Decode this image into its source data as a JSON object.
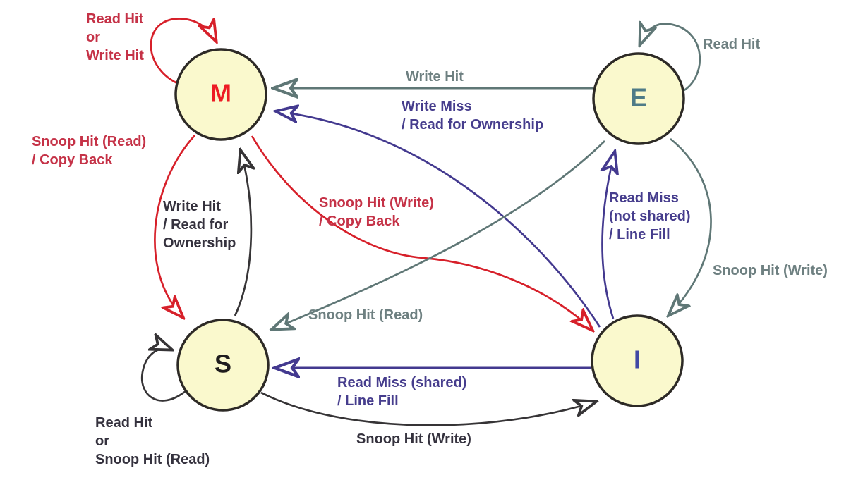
{
  "diagram_type": "state-transition-diagram",
  "states": [
    {
      "id": "M",
      "label": "M"
    },
    {
      "id": "E",
      "label": "E"
    },
    {
      "id": "S",
      "label": "S"
    },
    {
      "id": "I",
      "label": "I"
    }
  ],
  "transitions": [
    {
      "from": "M",
      "to": "M",
      "label": "Read Hit\nor\nWrite Hit",
      "color": "red"
    },
    {
      "from": "E",
      "to": "E",
      "label": "Read Hit",
      "color": "gray"
    },
    {
      "from": "E",
      "to": "M",
      "label": "Write Hit",
      "color": "gray"
    },
    {
      "from": "I",
      "to": "M",
      "label": "Write Miss\n/ Read for Ownership",
      "color": "purple"
    },
    {
      "from": "M",
      "to": "S",
      "label": "Snoop Hit (Read)\n/ Copy Back",
      "color": "red"
    },
    {
      "from": "S",
      "to": "M",
      "label": "Write Hit\n/ Read for\nOwnership",
      "color": "black"
    },
    {
      "from": "M",
      "to": "I",
      "label": "Snoop Hit (Write)\n/ Copy Back",
      "color": "red"
    },
    {
      "from": "I",
      "to": "E",
      "label": "Read Miss\n(not shared)\n/ Line Fill",
      "color": "purple"
    },
    {
      "from": "E",
      "to": "I",
      "label": "Snoop Hit (Write)",
      "color": "gray"
    },
    {
      "from": "E",
      "to": "S",
      "label": "Snoop Hit (Read)",
      "color": "gray"
    },
    {
      "from": "I",
      "to": "S",
      "label": "Read Miss (shared)\n/ Line Fill",
      "color": "purple"
    },
    {
      "from": "S",
      "to": "I",
      "label": "Snoop Hit (Write)",
      "color": "black"
    },
    {
      "from": "S",
      "to": "S",
      "label": "Read Hit\nor\nSnoop Hit (Read)",
      "color": "black"
    }
  ],
  "colors": {
    "node_fill": "#FAF9CD",
    "node_border": "#2D2A26",
    "state_m": "#ED1C24",
    "state_e": "#4E7B87",
    "state_s": "#1F1D1E",
    "state_i": "#4149A5",
    "red_arrow": "#D7202A",
    "red_label": "#C53247",
    "gray_arrow": "#5F7776",
    "gray_label": "#6E8081",
    "purple_arrow": "#43398F",
    "purple_label": "#463D8D",
    "black_arrow": "#363436",
    "black_label": "#35323E"
  }
}
